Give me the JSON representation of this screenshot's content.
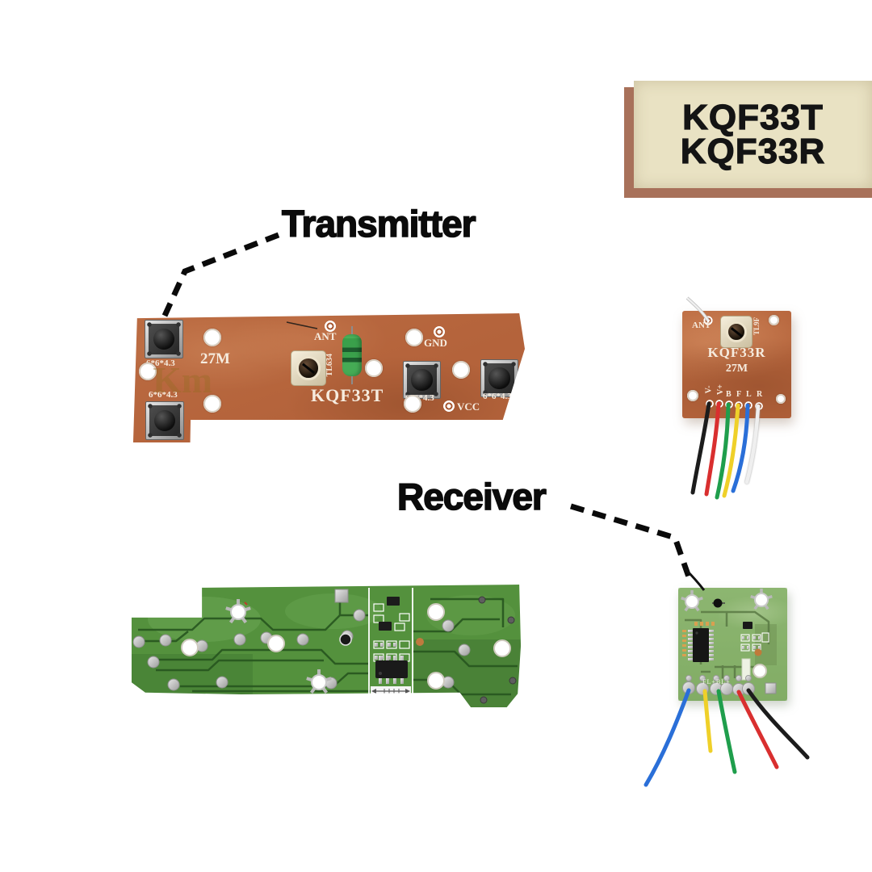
{
  "page": {
    "background_color": "#ffffff"
  },
  "model_label": {
    "line1": "KQF33T",
    "line2": "KQF33R",
    "panel_color": "#e9e2c3",
    "shadow_color": "#a8715a",
    "text_color": "#141414"
  },
  "annotations": {
    "transmitter_heading": "Transmitter",
    "receiver_heading": "Receiver"
  },
  "transmitter_board": {
    "model_silk": "KQF33T",
    "frequency_silk": "27M",
    "ant_silk": "ANT",
    "gnd_silk": "GND",
    "vcc_silk": "VCC",
    "trimmer_silk": "TL634",
    "button_size_silk": "6*6*4.3",
    "watermark": "Km",
    "board_color": "#b4633b"
  },
  "kqf33r_module": {
    "model_silk": "KQF33R",
    "frequency_silk": "27M",
    "ant_silk": "ANT",
    "trimmer_silk": "TL9F",
    "board_color": "#b4633b",
    "pins": [
      {
        "label": "V-",
        "wire_color": "#1c1c1c"
      },
      {
        "label": "V+",
        "wire_color": "#d92f2f"
      },
      {
        "label": "B",
        "wire_color": "#1f9e4c"
      },
      {
        "label": "F",
        "wire_color": "#efd029"
      },
      {
        "label": "L",
        "wire_color": "#2a6fd8"
      },
      {
        "label": "R",
        "wire_color": "#efefef"
      }
    ]
  },
  "receiver_board": {
    "board_color": "#54913d"
  },
  "receiver_module": {
    "board_color": "#8ab26c",
    "silk_text": "FL+BL+",
    "wires": [
      {
        "color": "#2a6fd8"
      },
      {
        "color": "#efd029"
      },
      {
        "color": "#1f9e4c"
      },
      {
        "color": "#d92f2f"
      },
      {
        "color": "#1c1c1c"
      }
    ]
  }
}
